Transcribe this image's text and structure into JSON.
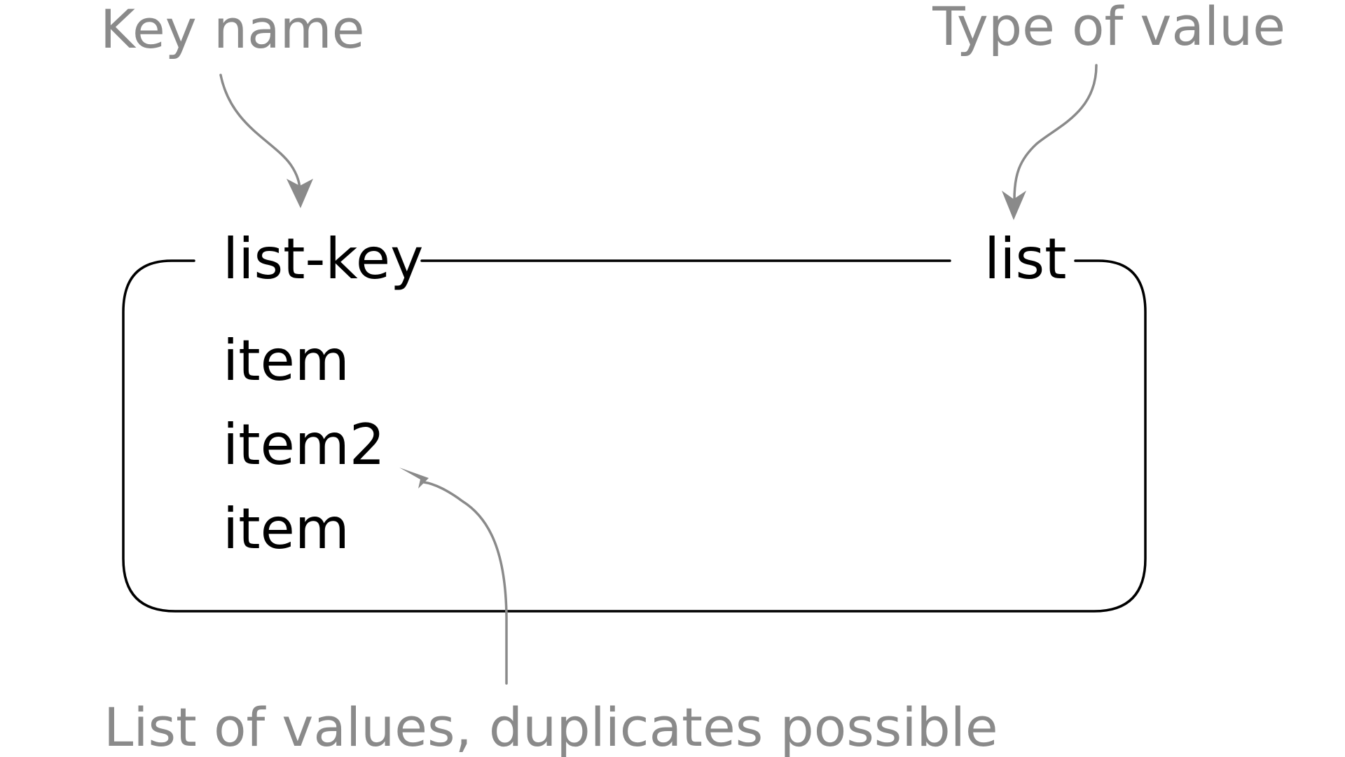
{
  "annotations": {
    "key_name": "Key name",
    "type_of_value": "Type of value",
    "values_note": "List of values, duplicates possible"
  },
  "box": {
    "key": "list-key",
    "type": "list",
    "items": [
      "item",
      "item2",
      "item"
    ]
  },
  "colors": {
    "annotation": "#8a8a8a",
    "content": "#000000",
    "background": "#ffffff"
  }
}
